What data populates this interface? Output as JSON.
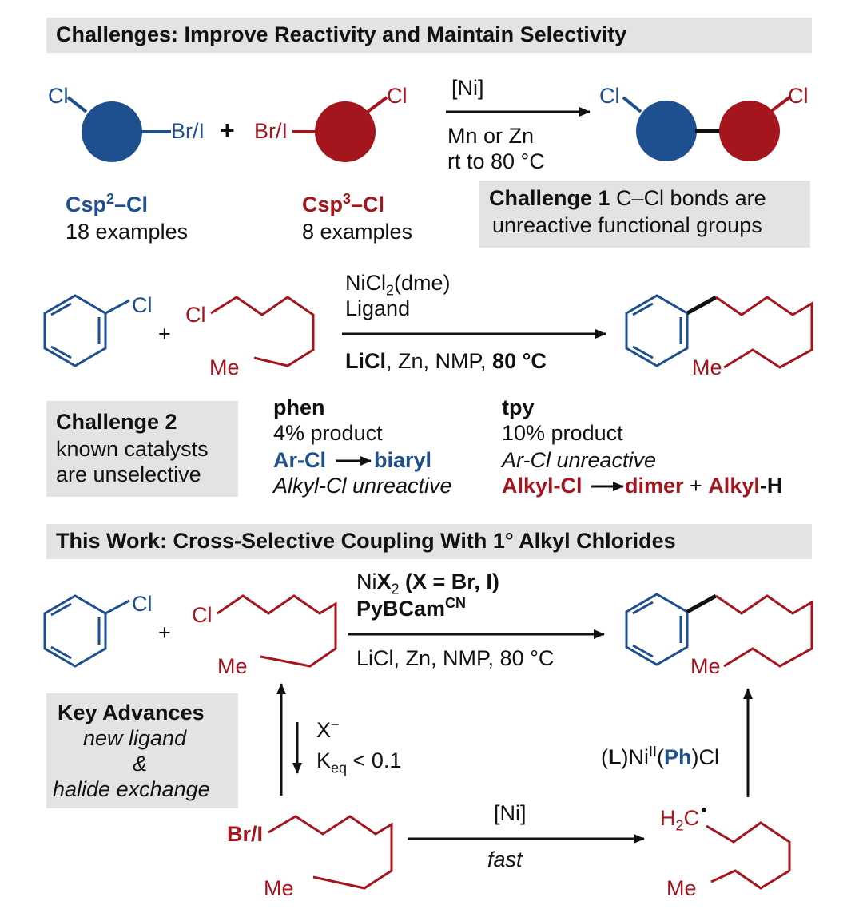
{
  "colors": {
    "blue": "#1e4f8e",
    "red": "#a4151e",
    "banner": "#e3e3e3"
  },
  "section1": {
    "title": "Challenges:  Improve Reactivity and Maintain Selectivity",
    "reagent_top": "[Ni]",
    "cond1": "Mn or Zn",
    "cond2": "rt to 80 °C",
    "atom_cl": "Cl",
    "atom_brI": "Br/I",
    "csp2_a": "Csp",
    "csp2_sup": "2",
    "csp2_b": "–Cl",
    "csp2_examples": "18 examples",
    "csp3_a": "Csp",
    "csp3_sup": "3",
    "csp3_b": "–Cl",
    "csp3_examples": "8 examples",
    "challenge1_bold": "Challenge 1",
    "challenge1_text1": " C–Cl bonds are",
    "challenge1_text2": "unreactive functional groups"
  },
  "reaction1": {
    "cat_a": "NiCl",
    "cat_sub": "2",
    "cat_b": "(dme)",
    "ligand": "Ligand",
    "cond_licl": "LiCl",
    "cond_mid": ", Zn, NMP, ",
    "cond_temp": "80 °C",
    "me": "Me",
    "cl": "Cl",
    "plus": "+"
  },
  "challenge2": {
    "title": "Challenge 2",
    "line1": "known catalysts",
    "line2": "are unselective"
  },
  "phen": {
    "name": "phen",
    "yield": "4% product",
    "arcl": "Ar-Cl",
    "biaryl": "biaryl",
    "alkyl": "Alkyl-Cl unreactive"
  },
  "tpy": {
    "name": "tpy",
    "yield": "10% product",
    "arcl": "Ar-Cl unreactive",
    "alkylcl": "Alkyl-Cl",
    "dimer": "dimer",
    "plus": " + ",
    "alkyl": "Alkyl",
    "h": "-H"
  },
  "section2": {
    "title": "This Work:  Cross-Selective Coupling With 1° Alkyl Chlorides",
    "cat_a": "Ni",
    "cat_x": "X",
    "cat_sub": "2",
    "cat_b": " (X = Br, I)",
    "ligand_a": "PyBCam",
    "ligand_sup": "CN",
    "cond": "LiCl, Zn, NMP, 80 °C"
  },
  "key_advances": {
    "title": "Key Advances",
    "l1": "new ligand",
    "l2": "&",
    "l3": "halide exchange"
  },
  "exchange": {
    "x": "X",
    "x_sup": "−",
    "k": "K",
    "k_sub": "eq",
    "k_rest": " < 0.1"
  },
  "bottom": {
    "brI": "Br/I",
    "ni": "[Ni]",
    "fast": "fast",
    "h2c": "H",
    "h2c_sub": "2",
    "h2c_c": "C",
    "lni_l": "L",
    "lni_mid": "Ni",
    "lni_sup": "II",
    "lni_ph": "Ph",
    "lni_cl": "Cl"
  }
}
